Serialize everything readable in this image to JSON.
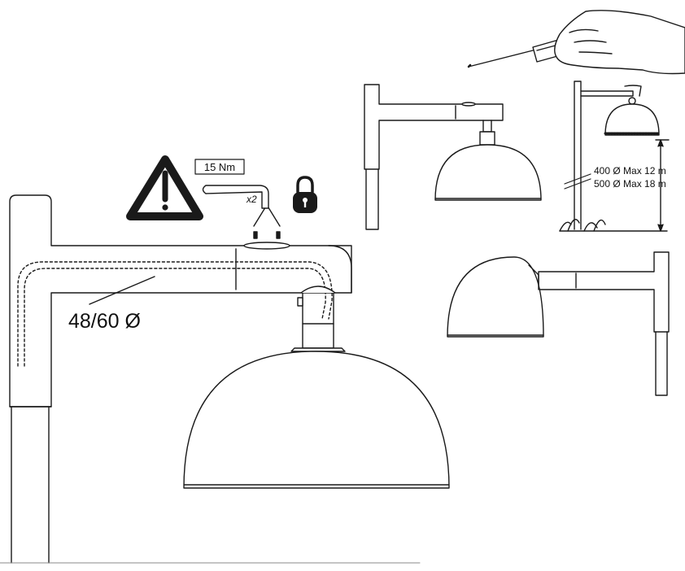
{
  "torque_label": "15 Nm",
  "multiplier_label": "x2",
  "diameter_label": "48/60 Ø",
  "height_spec_400": "400 Ø Max 12 m",
  "height_spec_500": "500 Ø Max 18 m",
  "colors": {
    "line": "#1a1a1a",
    "fill": "#ffffff",
    "ground": "#1a1a1a"
  },
  "icons": [
    "warning-icon",
    "hex-key-icon",
    "padlock-icon",
    "screwdriver-hand-icon",
    "grass-icon"
  ]
}
